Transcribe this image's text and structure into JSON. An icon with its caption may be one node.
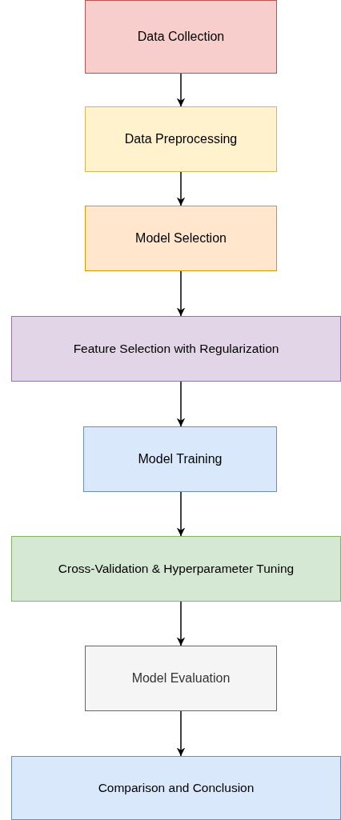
{
  "diagram": {
    "nodes": [
      {
        "text": [
          "Data Collection"
        ]
      },
      {
        "text": [
          "Data Preprocessing"
        ]
      },
      {
        "text": [
          "Model Selection"
        ]
      },
      {
        "text": [
          "Feature Selection with Regularization"
        ]
      },
      {
        "text": [
          "Model Training"
        ]
      },
      {
        "text": [
          "Cross-Validation & Hyperparameter Tuning"
        ]
      },
      {
        "text": [
          "Model Evaluation"
        ]
      },
      {
        "text": [
          "Comparison and Conclusion"
        ]
      }
    ],
    "edges": [
      {
        "from": 0,
        "to": 1,
        "arrow": "to"
      },
      {
        "from": 1,
        "to": 2,
        "arrow": "to"
      },
      {
        "from": 2,
        "to": 3,
        "arrow": "to"
      },
      {
        "from": 3,
        "to": 4,
        "arrow": "to"
      },
      {
        "from": 4,
        "to": 5,
        "arrow": "to"
      },
      {
        "from": 5,
        "to": 6,
        "arrow": "to"
      },
      {
        "from": 6,
        "to": 7,
        "arrow": "to"
      }
    ]
  }
}
